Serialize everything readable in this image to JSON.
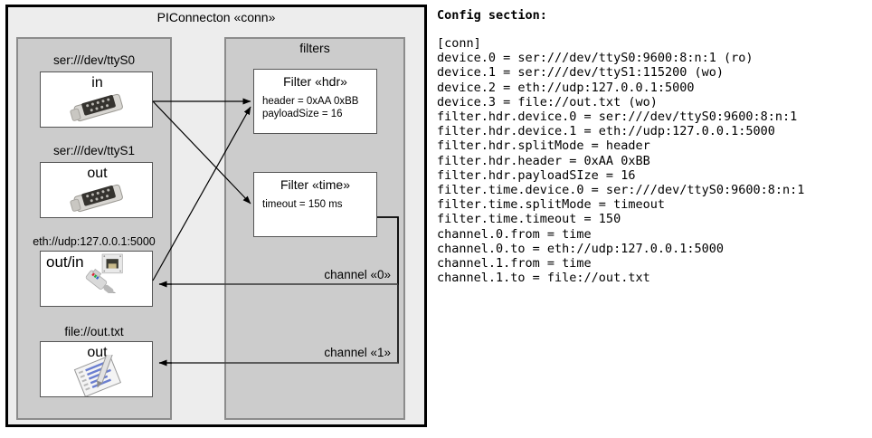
{
  "diagram": {
    "outer_title": "PIConnecton «conn»",
    "filters_title": "filters",
    "devices": [
      {
        "label": "ser:///dev/ttyS0",
        "direction": "in",
        "icon": "serial-port-icon"
      },
      {
        "label": "ser:///dev/ttyS1",
        "direction": "out",
        "icon": "serial-port-icon"
      },
      {
        "label": "eth://udp:127.0.0.1:5000",
        "direction": "out/in",
        "icon": "ethernet-jack-icon"
      },
      {
        "label": "file://out.txt",
        "direction": "out",
        "icon": "text-file-icon"
      }
    ],
    "filters": [
      {
        "title": "Filter «hdr»",
        "attrs": [
          "header = 0xAA 0xBB",
          "payloadSize = 16"
        ]
      },
      {
        "title": "Filter «time»",
        "attrs": [
          "timeout = 150 ms"
        ]
      }
    ],
    "channels": [
      {
        "label": "channel «0»"
      },
      {
        "label": "channel «1»"
      }
    ]
  },
  "config": {
    "heading": "Config section:",
    "text": "[conn]\ndevice.0 = ser:///dev/ttyS0:9600:8:n:1 (ro)\ndevice.1 = ser:///dev/ttyS1:115200 (wo)\ndevice.2 = eth://udp:127.0.0.1:5000\ndevice.3 = file://out.txt (wo)\nfilter.hdr.device.0 = ser:///dev/ttyS0:9600:8:n:1\nfilter.hdr.device.1 = eth://udp:127.0.0.1:5000\nfilter.hdr.splitMode = header\nfilter.hdr.header = 0xAA 0xBB\nfilter.hdr.payloadSIze = 16\nfilter.time.device.0 = ser:///dev/ttyS0:9600:8:n:1\nfilter.time.splitMode = timeout\nfilter.time.timeout = 150\nchannel.0.from = time\nchannel.0.to = eth://udp:127.0.0.1:5000\nchannel.1.from = time\nchannel.1.to = file://out.txt"
  },
  "colors": {
    "panel_fill": "#cccccc",
    "outer_fill": "#ededed",
    "card_fill": "#ffffff",
    "stroke": "#000000"
  }
}
